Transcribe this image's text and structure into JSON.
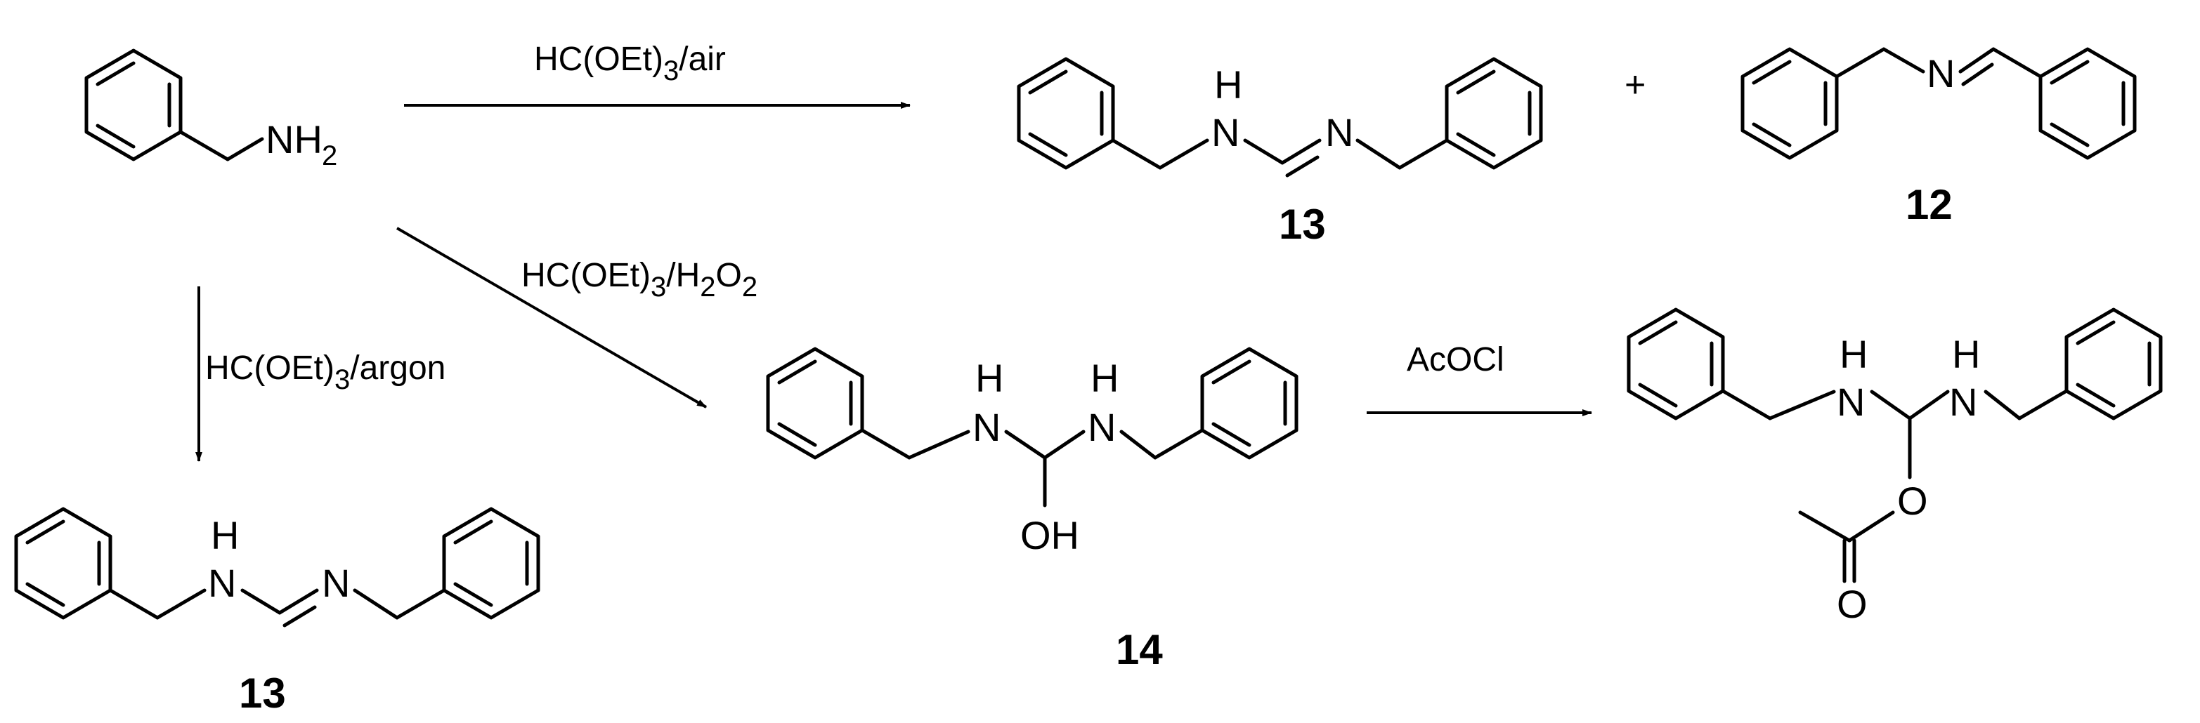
{
  "scheme": {
    "reagents": {
      "air": {
        "pre": "HC(OEt)",
        "sub": "3",
        "post": "/air"
      },
      "h2o2": {
        "pre": "HC(OEt)",
        "sub": "3",
        "post": "/H",
        "sub2": "2",
        "mid": "O",
        "sub3": "2"
      },
      "argon": {
        "pre": "HC(OEt)",
        "sub": "3",
        "post": "/argon"
      },
      "acocl": "AcOCl"
    },
    "compound_labels": {
      "c13_top": "13",
      "c12": "12",
      "c13_bottom": "13",
      "c14": "14"
    },
    "atoms": {
      "nh2_n": "NH",
      "nh2_sub": "2",
      "h": "H",
      "n": "N",
      "oh": "OH",
      "o": "O"
    },
    "plus": "+"
  }
}
